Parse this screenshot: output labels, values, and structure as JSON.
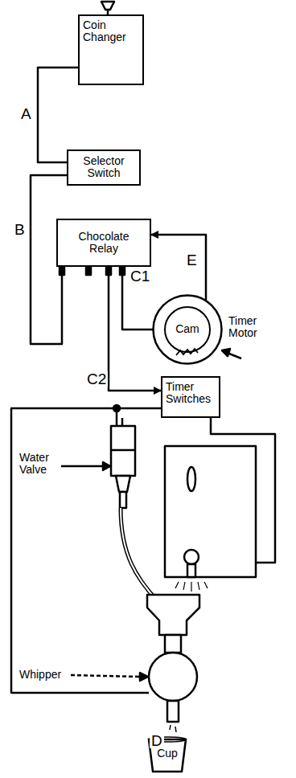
{
  "diagram": {
    "nodes": [
      {
        "text": [
          "Coin Changer"
        ]
      },
      {
        "text": [
          "Selector Switch"
        ]
      },
      {
        "text": [
          "Chocolate Relay"
        ]
      },
      {
        "text": [
          "Cam"
        ]
      },
      {
        "text": [
          "Timer Switches"
        ]
      },
      {
        "text": [
          "Cup"
        ]
      }
    ],
    "edges": [
      {
        "from": 0,
        "to": 1,
        "label": "A",
        "arrow": "none"
      },
      {
        "from": 1,
        "to": 2,
        "label": "B",
        "arrow": "none"
      },
      {
        "from": 2,
        "to": 3,
        "label": "C1",
        "arrow": "none"
      },
      {
        "from": 3,
        "to": 2,
        "label": "E",
        "arrow": "to"
      },
      {
        "from": 2,
        "to": 4,
        "label": "C2",
        "arrow": "to"
      }
    ],
    "labels": [
      "Timer Motor",
      "Water Valve",
      "Whipper",
      "D"
    ]
  }
}
